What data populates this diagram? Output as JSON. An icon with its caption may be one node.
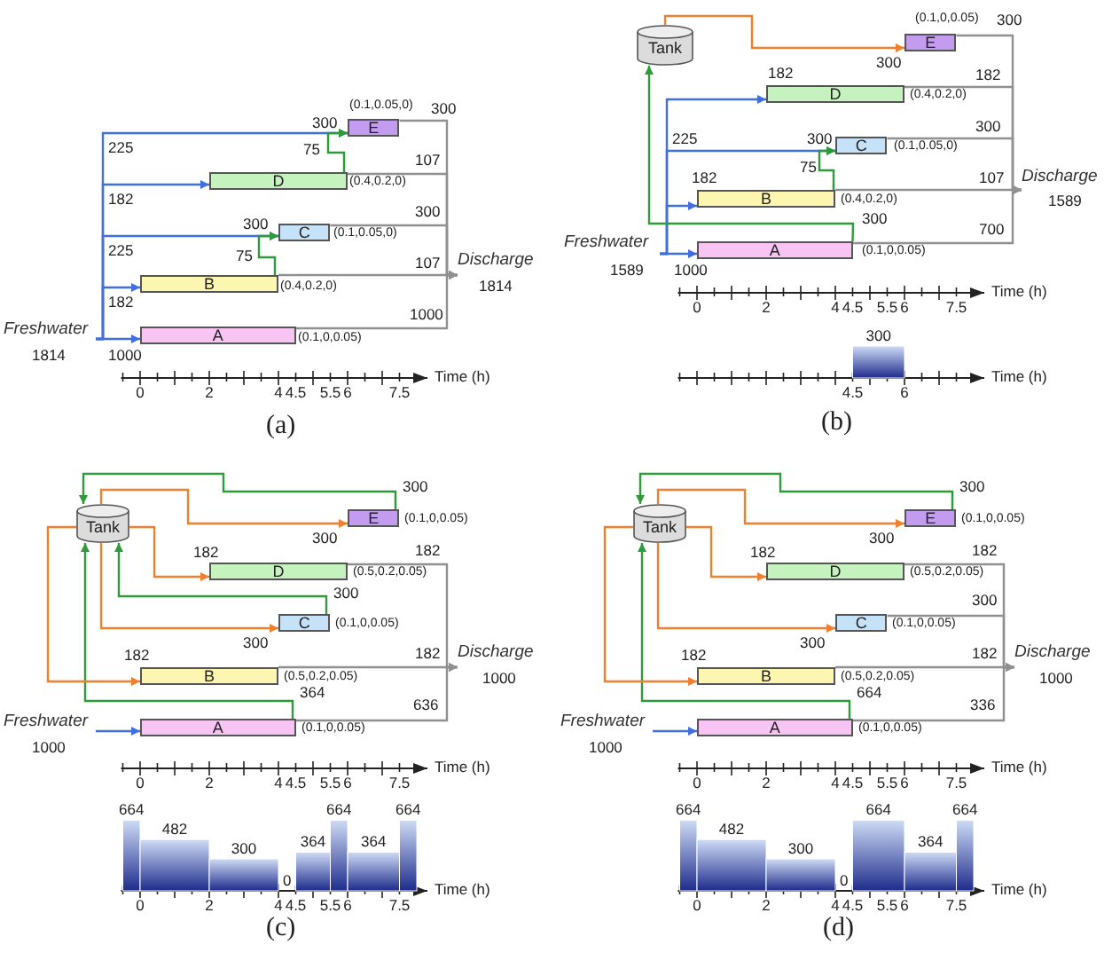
{
  "diagram": {
    "nodes": [
      {
        "text": [
          "Freshwater"
        ],
        "beside": [
          "1814"
        ]
      },
      {
        "text": [
          "A"
        ],
        "beside": [
          "(0.1,0,0.05)"
        ]
      },
      {
        "text": [
          "B"
        ],
        "beside": [
          "(0.4,0.2,0)"
        ]
      },
      {
        "text": [
          "C"
        ],
        "beside": [
          "(0.1,0.05,0)",
          "300"
        ]
      },
      {
        "text": [
          "D"
        ],
        "beside": [
          "(0.4,0.2,0)"
        ]
      },
      {
        "text": [
          "E"
        ],
        "beside": [
          "(0.1,0.05,0)",
          "300"
        ]
      },
      {
        "text": [
          "Discharge"
        ],
        "beside": [
          "1814"
        ]
      },
      {
        "text": [
          "Tank"
        ]
      },
      {
        "text": [
          "Freshwater"
        ],
        "beside": [
          "1589"
        ]
      },
      {
        "text": [
          "A"
        ],
        "beside": [
          "(0.1,0,0.05)"
        ]
      },
      {
        "text": [
          "B"
        ],
        "beside": [
          "(0.4,0.2,0)"
        ]
      },
      {
        "text": [
          "C"
        ],
        "beside": [
          "(0.1,0.05,0)",
          "300"
        ]
      },
      {
        "text": [
          "D"
        ],
        "beside": [
          "(0.4,0.2,0)"
        ]
      },
      {
        "text": [
          "E"
        ],
        "beside": [
          "(0.1,0,0.05)"
        ]
      },
      {
        "text": [
          "Discharge"
        ],
        "beside": [
          "1589"
        ]
      },
      {
        "text": [
          "Tank"
        ]
      },
      {
        "text": [
          "Freshwater"
        ],
        "beside": [
          "1000"
        ]
      },
      {
        "text": [
          "A"
        ],
        "beside": [
          "(0.1,0,0.05)"
        ]
      },
      {
        "text": [
          "B"
        ],
        "beside": [
          "(0.5,0.2,0.05)"
        ]
      },
      {
        "text": [
          "C"
        ],
        "beside": [
          "(0.1,0,0.05)"
        ]
      },
      {
        "text": [
          "D"
        ],
        "beside": [
          "(0.5,0.2,0.05)"
        ]
      },
      {
        "text": [
          "E"
        ],
        "beside": [
          "(0.1,0,0.05)"
        ]
      },
      {
        "text": [
          "Discharge"
        ],
        "beside": [
          "1000"
        ]
      },
      {
        "text": [
          "Tank"
        ]
      },
      {
        "text": [
          "Freshwater"
        ],
        "beside": [
          "1000"
        ]
      },
      {
        "text": [
          "A"
        ],
        "beside": [
          "(0.1,0,0.05)"
        ]
      },
      {
        "text": [
          "B"
        ],
        "beside": [
          "(0.5,0.2,0.05)"
        ]
      },
      {
        "text": [
          "C"
        ],
        "beside": [
          "(0.1,0,0.05)"
        ]
      },
      {
        "text": [
          "D"
        ],
        "beside": [
          "(0.5,0.2,0.05)"
        ]
      },
      {
        "text": [
          "E"
        ],
        "beside": [
          "(0.1,0,0.05)"
        ]
      },
      {
        "text": [
          "Discharge"
        ],
        "beside": [
          "1000"
        ]
      }
    ],
    "edges": [
      {
        "from": 0,
        "to": 1,
        "arrow": "to",
        "label": "1000",
        "color": "#3f6fe0"
      },
      {
        "from": 0,
        "to": 2,
        "arrow": "to",
        "label": "182",
        "color": "#3f6fe0"
      },
      {
        "from": 0,
        "to": 3,
        "arrow": "to",
        "label": "225",
        "color": "#3f6fe0"
      },
      {
        "from": 0,
        "to": 4,
        "arrow": "to",
        "label": "182",
        "color": "#3f6fe0"
      },
      {
        "from": 0,
        "to": 5,
        "arrow": "to",
        "label": "225",
        "color": "#3f6fe0"
      },
      {
        "from": 2,
        "to": 3,
        "arrow": "to",
        "label": "75",
        "color": "#2f9a3a"
      },
      {
        "from": 4,
        "to": 5,
        "arrow": "to",
        "label": "75",
        "color": "#2f9a3a"
      },
      {
        "from": 1,
        "to": 6,
        "arrow": "to",
        "label": "1000"
      },
      {
        "from": 2,
        "to": 6,
        "arrow": "to",
        "label": "107"
      },
      {
        "from": 3,
        "to": 6,
        "arrow": "to",
        "label": "300"
      },
      {
        "from": 4,
        "to": 6,
        "arrow": "to",
        "label": "107"
      },
      {
        "from": 5,
        "to": 6,
        "arrow": "to",
        "label": "300"
      },
      {
        "from": 8,
        "to": 9,
        "arrow": "to",
        "label": "1000",
        "color": "#3f6fe0"
      },
      {
        "from": 8,
        "to": 10,
        "arrow": "to",
        "label": "182",
        "color": "#3f6fe0"
      },
      {
        "from": 8,
        "to": 11,
        "arrow": "to",
        "label": "225",
        "color": "#3f6fe0"
      },
      {
        "from": 8,
        "to": 12,
        "arrow": "to",
        "label": "182",
        "color": "#3f6fe0"
      },
      {
        "from": 10,
        "to": 11,
        "arrow": "to",
        "label": "75",
        "color": "#2f9a3a"
      },
      {
        "from": 9,
        "to": 7,
        "arrow": "to",
        "label": "300",
        "color": "#2f9a3a"
      },
      {
        "from": 7,
        "to": 13,
        "arrow": "to",
        "label": "300",
        "color": "#f07f2e"
      },
      {
        "from": 9,
        "to": 14,
        "arrow": "to",
        "label": "700"
      },
      {
        "from": 10,
        "to": 14,
        "arrow": "to",
        "label": "107"
      },
      {
        "from": 11,
        "to": 14,
        "arrow": "to",
        "label": "300"
      },
      {
        "from": 12,
        "to": 14,
        "arrow": "to",
        "label": "182"
      },
      {
        "from": 13,
        "to": 14,
        "arrow": "to",
        "label": "300"
      },
      {
        "from": 16,
        "to": 17,
        "arrow": "to",
        "color": "#3f6fe0"
      },
      {
        "from": 17,
        "to": 15,
        "arrow": "to",
        "label": "364",
        "color": "#2f9a3a"
      },
      {
        "from": 17,
        "to": 22,
        "arrow": "to",
        "label": "636"
      },
      {
        "from": 15,
        "to": 18,
        "arrow": "to",
        "label": "182",
        "color": "#f07f2e"
      },
      {
        "from": 18,
        "to": 22,
        "arrow": "to",
        "label": "182"
      },
      {
        "from": 15,
        "to": 19,
        "arrow": "to",
        "label": "300",
        "color": "#f07f2e"
      },
      {
        "from": 19,
        "to": 15,
        "arrow": "to",
        "label": "300",
        "color": "#2f9a3a"
      },
      {
        "from": 15,
        "to": 20,
        "arrow": "to",
        "label": "182",
        "color": "#f07f2e"
      },
      {
        "from": 20,
        "to": 22,
        "arrow": "to",
        "label": "182"
      },
      {
        "from": 15,
        "to": 21,
        "arrow": "to",
        "label": "300",
        "color": "#f07f2e"
      },
      {
        "from": 21,
        "to": 15,
        "arrow": "to",
        "label": "300",
        "color": "#2f9a3a"
      },
      {
        "from": 24,
        "to": 25,
        "arrow": "to",
        "color": "#3f6fe0"
      },
      {
        "from": 25,
        "to": 23,
        "arrow": "to",
        "label": "664",
        "color": "#2f9a3a"
      },
      {
        "from": 25,
        "to": 30,
        "arrow": "to",
        "label": "336"
      },
      {
        "from": 23,
        "to": 26,
        "arrow": "to",
        "label": "182",
        "color": "#f07f2e"
      },
      {
        "from": 26,
        "to": 30,
        "arrow": "to",
        "label": "182"
      },
      {
        "from": 23,
        "to": 27,
        "arrow": "to",
        "label": "300",
        "color": "#f07f2e"
      },
      {
        "from": 27,
        "to": 30,
        "arrow": "to",
        "label": "300"
      },
      {
        "from": 23,
        "to": 28,
        "arrow": "to",
        "label": "182",
        "color": "#f07f2e"
      },
      {
        "from": 28,
        "to": 30,
        "arrow": "to",
        "label": "182"
      },
      {
        "from": 23,
        "to": 29,
        "arrow": "to",
        "label": "300",
        "color": "#f07f2e"
      },
      {
        "from": 29,
        "to": 23,
        "arrow": "to",
        "label": "300",
        "color": "#2f9a3a"
      }
    ],
    "labels": [
      "0",
      "2",
      "4",
      "4.5",
      "5.5",
      "6",
      "7.5",
      "Time (h)",
      "(a)",
      "0",
      "2",
      "4",
      "4.5",
      "5.5",
      "6",
      "7.5",
      "Time (h)",
      "300",
      "4.5",
      "6",
      "Time (h)",
      "(b)",
      "0",
      "2",
      "4",
      "4.5",
      "5.5",
      "6",
      "7.5",
      "Time (h)",
      "664",
      "482",
      "300",
      "0",
      "364",
      "664",
      "364",
      "664",
      "0",
      "2",
      "4",
      "4.5",
      "5.5",
      "6",
      "7.5",
      "Time (h)",
      "(c)",
      "0",
      "2",
      "4",
      "4.5",
      "5.5",
      "6",
      "7.5",
      "Time (h)",
      "664",
      "482",
      "300",
      "0",
      "664",
      "364",
      "664",
      "0",
      "2",
      "4",
      "4.5",
      "5.5",
      "6",
      "7.5",
      "Time (h)",
      "(d)"
    ]
  }
}
